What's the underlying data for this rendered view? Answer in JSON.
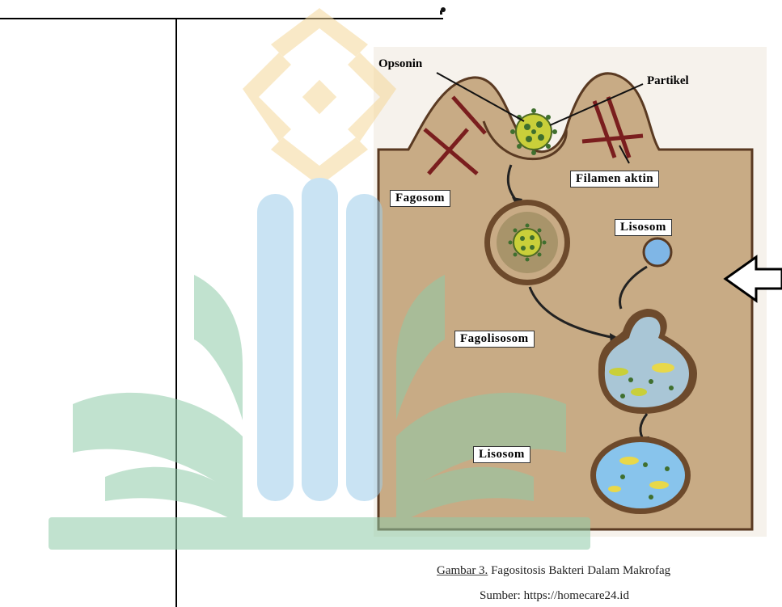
{
  "labels": {
    "opsonin": "Opsonin",
    "partikel": "Partikel",
    "filamen_aktin": "Filamen aktin",
    "fagosom": "Fagosom",
    "lisosom_top": "Lisosom",
    "fagolisosom": "Fagolisosom",
    "lisosom_bottom": "Lisosom"
  },
  "caption": {
    "figure_ref": "Gambar 3.",
    "title": " Fagositosis Bakteri Dalam Makrofag",
    "source": "Sumber: https://homecare24.id"
  },
  "colors": {
    "cell_fill": "#c8ab85",
    "membrane_stroke": "#5a3a22",
    "actin": "#7a1e1e",
    "particle": "#c9cf3a",
    "lysosome": "#7fb6e6",
    "watermark_yellow": "#f4d79a",
    "watermark_blue": "#9dcdea",
    "watermark_green": "#8fcaa8"
  },
  "icons": [
    "left-arrow-icon"
  ]
}
